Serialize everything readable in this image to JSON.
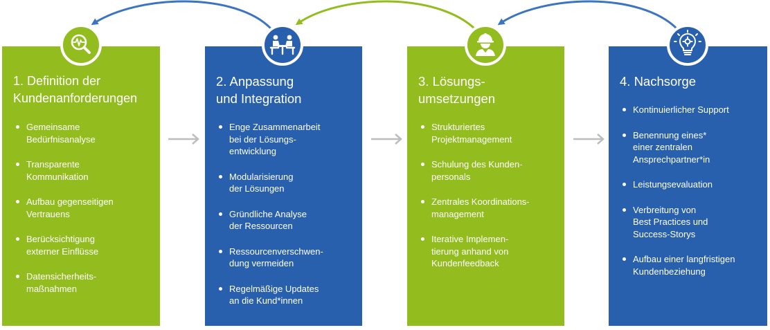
{
  "colors": {
    "green": "#93bd1e",
    "blue": "#2860ad",
    "arrow_blue": "#3b74c1",
    "arrow_green": "#93bd1e",
    "arrow_gray": "#bdbdbd"
  },
  "icons": [
    "magnifier-pulse-icon",
    "meeting-table-icon",
    "worker-helmet-icon",
    "lightbulb-gear-icon"
  ],
  "panels": [
    {
      "title": "1. Definition der\nKundenanforderungen",
      "items": [
        "Gemeinsame\nBedürfnisanalyse",
        "Transparente\nKommunikation",
        "Aufbau gegenseitigen\nVertrauens",
        "Berücksichtigung\nexterner Einflüsse",
        "Datensicherheits-\nmaßnahmen"
      ]
    },
    {
      "title": "2. Anpassung\nund Integration",
      "items": [
        "Enge Zusammenarbeit\nbei der Lösungs-\nentwicklung",
        "Modularisierung\nder Lösungen",
        "Gründliche Analyse\nder Ressourcen",
        "Ressourcenverschwen-\ndung vermeiden",
        "Regelmäßige Updates\nan die Kund*innen"
      ]
    },
    {
      "title": "3. Lösungs-\numsetzungen",
      "items": [
        "Strukturiertes\nProjektmanagement",
        "Schulung des Kunden-\npersonals",
        "Zentrales Koordinations-\nmanagement",
        "Iterative Implemen-\ntierung anhand von\nKundenfeedback"
      ]
    },
    {
      "title": "4. Nachsorge",
      "items": [
        "Kontinuierlicher Support",
        "Benennung eines*\neiner zentralen\nAnsprechpartner*in",
        "Leistungsevaluation",
        "Verbreitung von\nBest Practices und\nSuccess-Storys",
        "Aufbau einer langfristigen\nKundenbeziehung"
      ]
    }
  ]
}
